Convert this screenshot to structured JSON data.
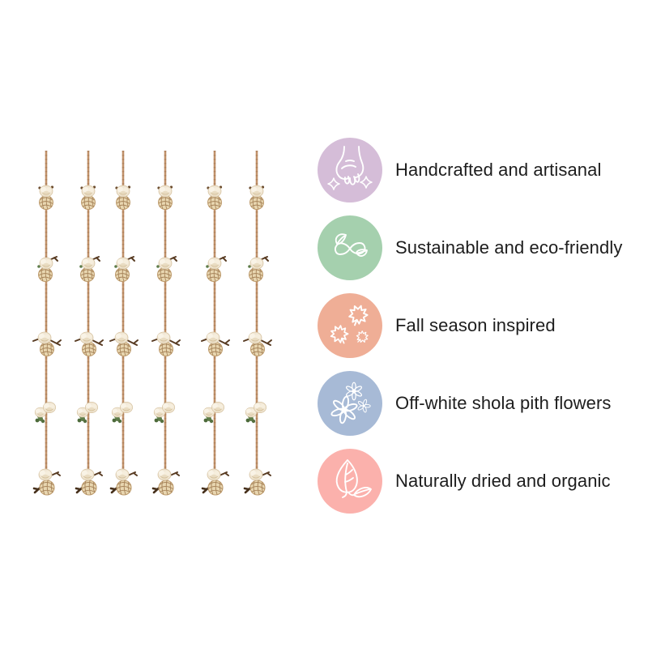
{
  "page": {
    "background": "#ffffff",
    "text_color": "#1d1d1d"
  },
  "product_image": {
    "description": "Six vertical jute rope garland strands, each strung with five clusters of off-white shola pith flowers, rattan wicker balls, brown twigs and green moss accents",
    "strand_count": 6,
    "clusters_per_strand": 5,
    "colors": {
      "rope": "#c2926a",
      "flower": "#f1e7d5",
      "flower_highlight": "#f9f3e6",
      "rattan_ball": "#e8d6b0",
      "rattan_weave": "#a8855b",
      "twig": "#583b22",
      "moss": "#5e7c49"
    }
  },
  "features": [
    {
      "label": "Handcrafted and artisanal",
      "icon": "hands-icon",
      "color": "#d5bdd8"
    },
    {
      "label": "Sustainable and eco-friendly",
      "icon": "infinity-leaves-icon",
      "color": "#a5d0ae"
    },
    {
      "label": "Fall season inspired",
      "icon": "maple-leaves-icon",
      "color": "#efae96"
    },
    {
      "label": "Off-white shola pith flowers",
      "icon": "daisy-flowers-icon",
      "color": "#a7bad6"
    },
    {
      "label": "Naturally dried and organic",
      "icon": "leaf-icon",
      "color": "#fbb1ac"
    }
  ]
}
